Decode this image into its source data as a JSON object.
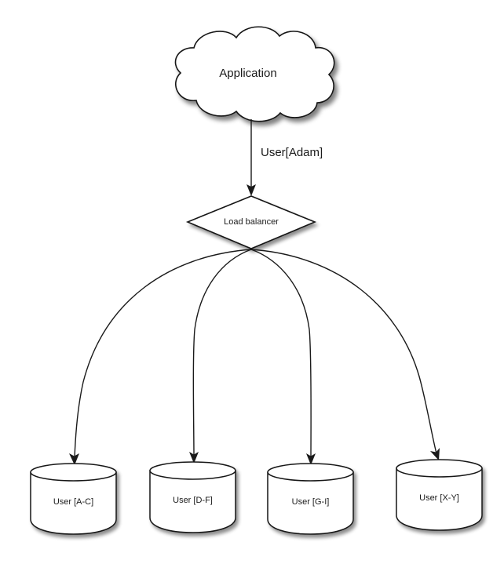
{
  "diagram": {
    "title": "Load balancer user sharding diagram",
    "background_color": "#ffffff",
    "stroke_color": "#141414",
    "text_color": "#1a1a1a",
    "nodes": {
      "cloud": {
        "label": "Application",
        "shape": "cloud"
      },
      "balancer": {
        "label": "Load balancer",
        "shape": "diamond"
      },
      "databases": [
        {
          "label": "User [A-C]",
          "shape": "cylinder"
        },
        {
          "label": "User [D-F]",
          "shape": "cylinder"
        },
        {
          "label": "User [G-I]",
          "shape": "cylinder"
        },
        {
          "label": "User [X-Y]",
          "shape": "cylinder"
        }
      ]
    },
    "edges": [
      {
        "label": "User[Adam]",
        "from": "cloud",
        "to": "balancer"
      },
      {
        "label": "",
        "from": "balancer",
        "to": "User [A-C]"
      },
      {
        "label": "",
        "from": "balancer",
        "to": "User [D-F]"
      },
      {
        "label": "",
        "from": "balancer",
        "to": "User [G-I]"
      },
      {
        "label": "",
        "from": "balancer",
        "to": "User [X-Y]"
      }
    ]
  }
}
